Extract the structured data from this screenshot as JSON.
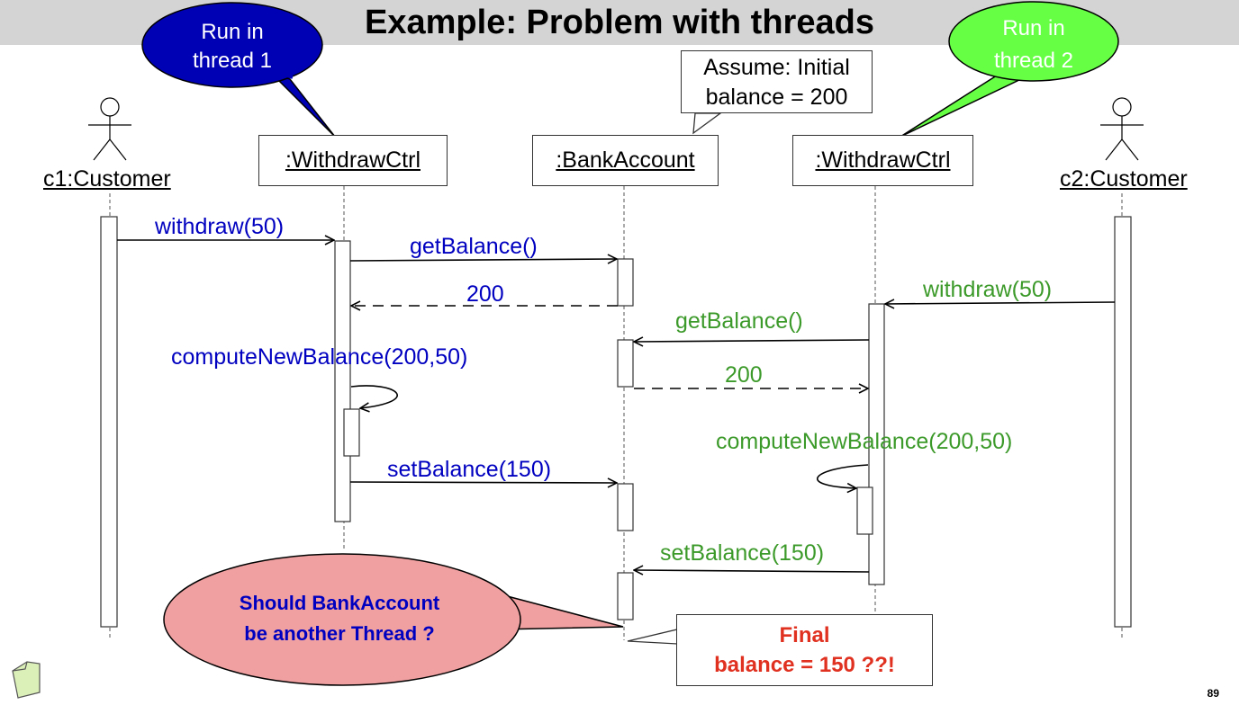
{
  "title": "Example: Problem with threads",
  "colors": {
    "thread1": "#0000c0",
    "thread2": "#3c9a2a",
    "alert": "#e03020",
    "bubble1": "#0000b4",
    "bubble2": "#66ff44",
    "question_bubble": "#f0a0a0"
  },
  "actors": {
    "left": "c1:Customer",
    "right": "c2:Customer",
    "icon": "stick-figure-icon"
  },
  "objects": {
    "withdraw_ctrl_1": ":WithdrawCtrl",
    "bank_account": ":BankAccount",
    "withdraw_ctrl_2": ":WithdrawCtrl"
  },
  "callouts": {
    "thread1": [
      "Run in",
      "thread 1"
    ],
    "thread2": [
      "Run in",
      "thread 2"
    ],
    "assume": [
      "Assume: Initial",
      "balance = 200"
    ],
    "question": [
      "Should BankAccount",
      "be another Thread ?"
    ],
    "final": [
      "Final",
      "balance = 150 ??!"
    ]
  },
  "messages": {
    "t1_withdraw": "withdraw(50)",
    "t1_get_balance": "getBalance()",
    "t1_return": "200",
    "t1_compute": "computeNewBalance(200,50)",
    "t1_set_balance": "setBalance(150)",
    "t2_withdraw": "withdraw(50)",
    "t2_get_balance": "getBalance()",
    "t2_return": "200",
    "t2_compute": "computeNewBalance(200,50)",
    "t2_set_balance": "setBalance(150)"
  },
  "page_number": "89",
  "note_icon": "note-icon"
}
